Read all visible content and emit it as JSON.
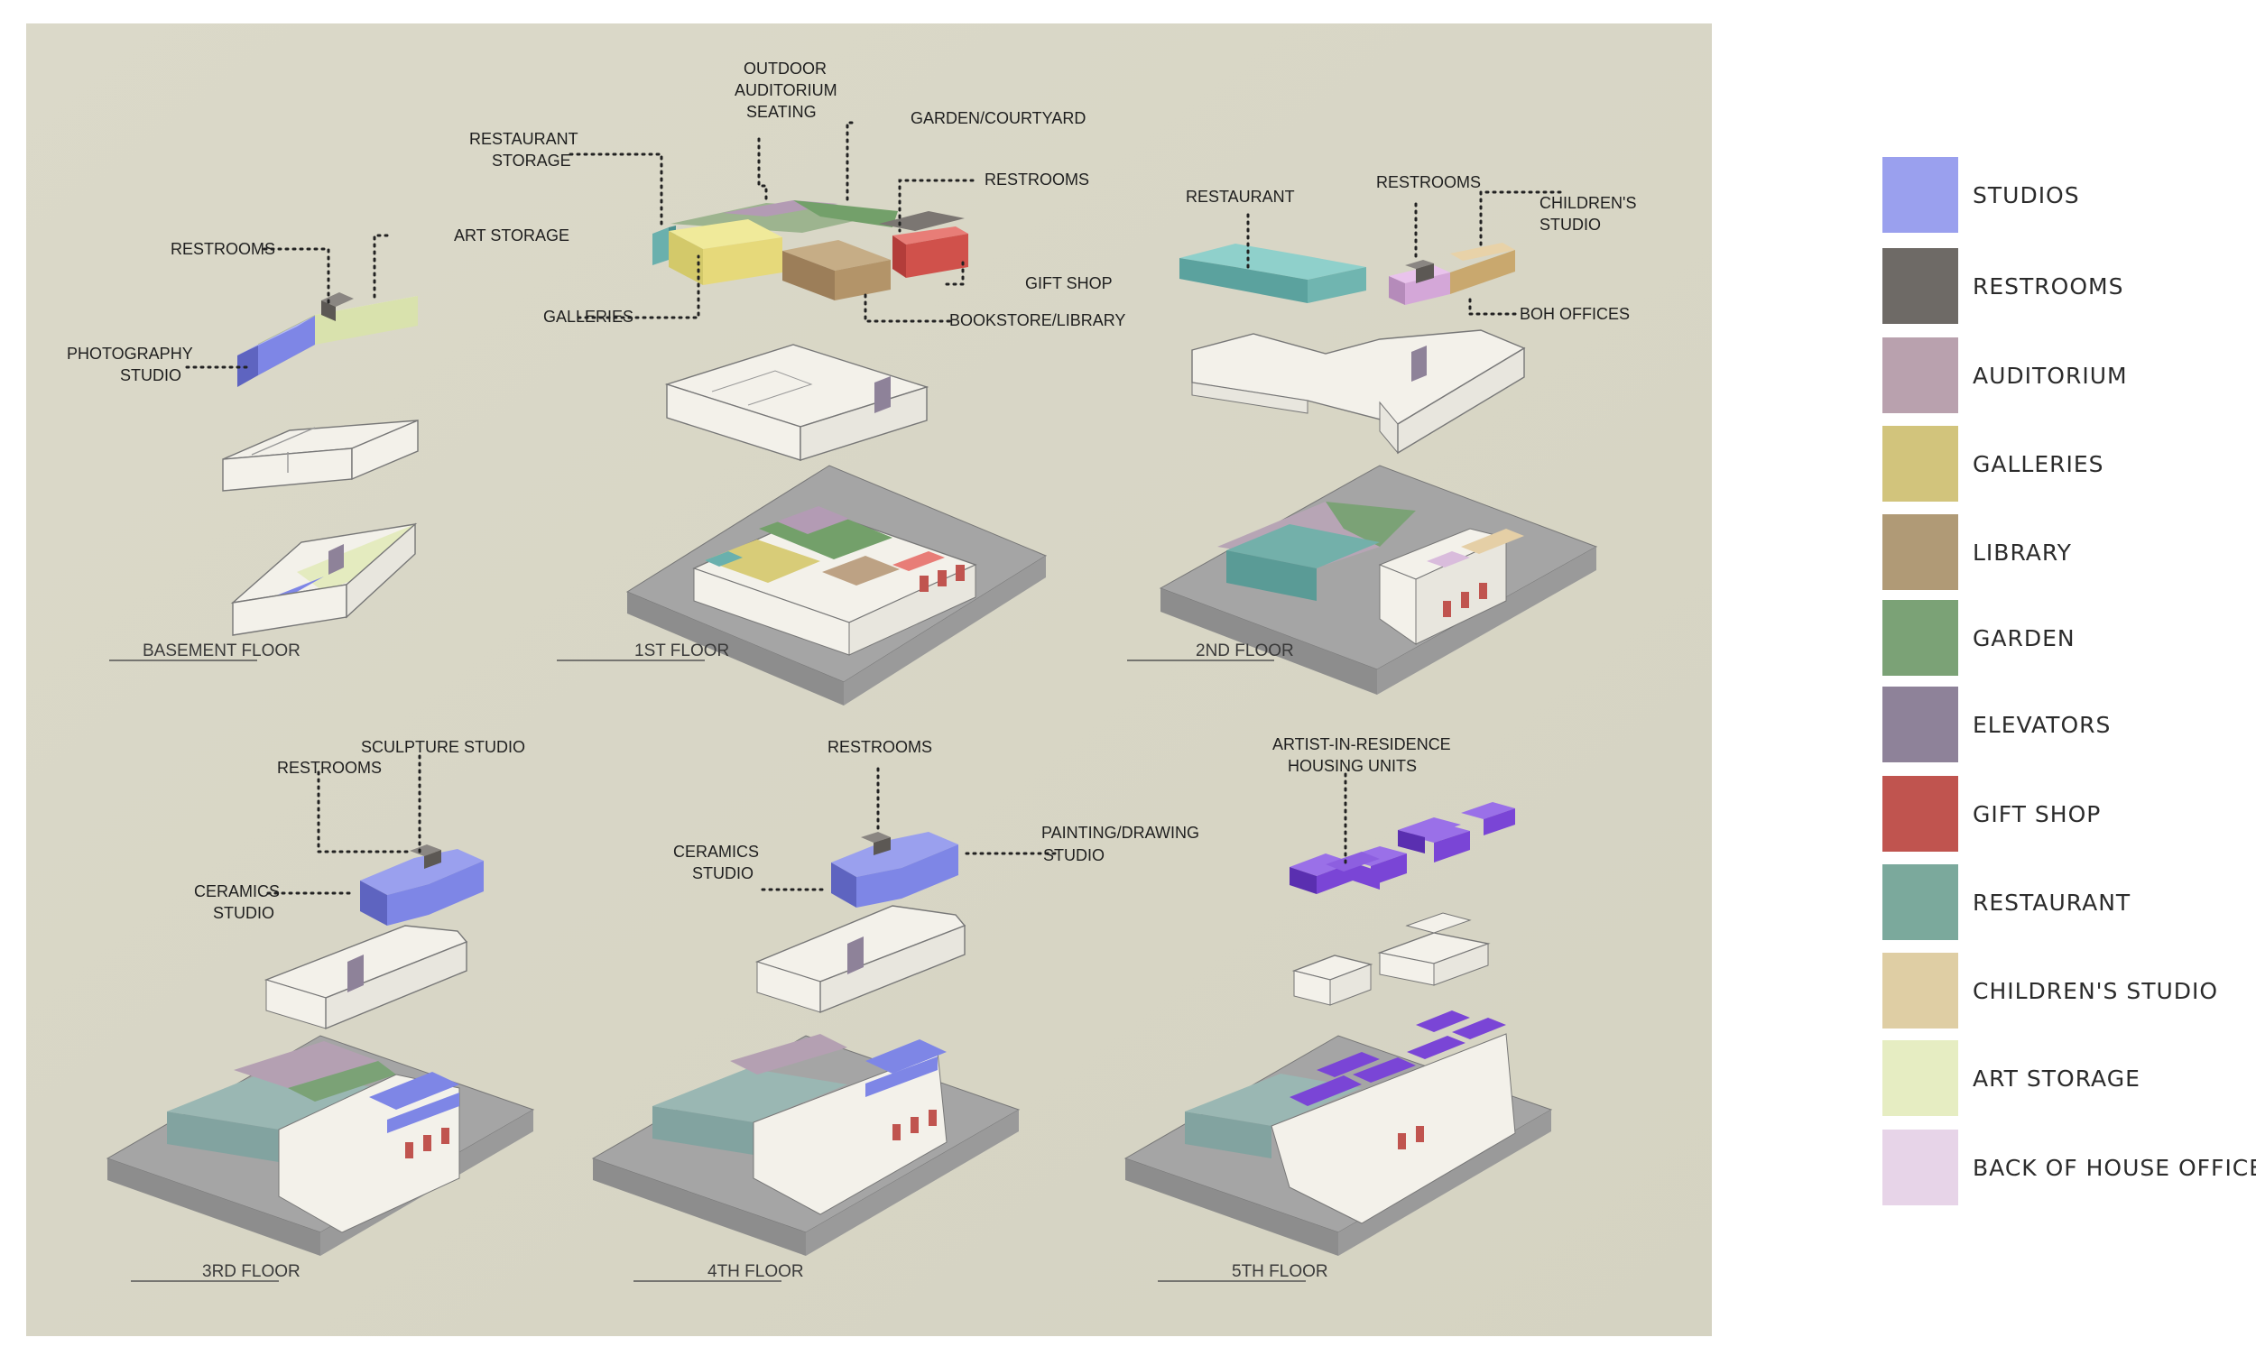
{
  "diagram": {
    "floors": [
      {
        "label": "BASEMENT FLOOR",
        "callouts": [
          "RESTROOMS",
          "ART STORAGE",
          "PHOTOGRAPHY",
          "STUDIO"
        ]
      },
      {
        "label": "1ST FLOOR",
        "callouts": [
          "OUTDOOR",
          "AUDITORIUM",
          "SEATING",
          "GARDEN/COURTYARD",
          "RESTAURANT",
          "STORAGE",
          "RESTROOMS",
          "GIFT SHOP",
          "GALLERIES",
          "BOOKSTORE/LIBRARY"
        ]
      },
      {
        "label": "2ND FLOOR",
        "callouts": [
          "RESTAURANT",
          "RESTROOMS",
          "CHILDREN'S",
          "STUDIO",
          "BOH OFFICES"
        ]
      },
      {
        "label": "3RD FLOOR",
        "callouts": [
          "SCULPTURE STUDIO",
          "RESTROOMS",
          "CERAMICS",
          "STUDIO"
        ]
      },
      {
        "label": "4TH FLOOR",
        "callouts": [
          "RESTROOMS",
          "CERAMICS",
          "STUDIO",
          "PAINTING/DRAWING",
          "STUDIO"
        ]
      },
      {
        "label": "5TH FLOOR",
        "callouts": [
          "ARTIST-IN-RESIDENCE",
          "HOUSING UNITS"
        ]
      }
    ]
  },
  "legend": [
    {
      "label": "STUDIOS",
      "color": "#9aa0ee"
    },
    {
      "label": "RESTROOMS",
      "color": "#6e6a66"
    },
    {
      "label": "AUDITORIUM",
      "color": "#b9a1ae"
    },
    {
      "label": "GALLERIES",
      "color": "#d2c47c"
    },
    {
      "label": "LIBRARY",
      "color": "#b09a76"
    },
    {
      "label": "GARDEN",
      "color": "#7ba276"
    },
    {
      "label": "ELEVATORS",
      "color": "#8e8299"
    },
    {
      "label": "GIFT SHOP",
      "color": "#c0544f"
    },
    {
      "label": "RESTAURANT",
      "color": "#7ba99c"
    },
    {
      "label": "CHILDREN'S STUDIO",
      "color": "#dfcea4"
    },
    {
      "label": "ART STORAGE",
      "color": "#e6edc2"
    },
    {
      "label": "BACK OF HOUSE OFFICES",
      "color": "#e7d4e8"
    }
  ]
}
